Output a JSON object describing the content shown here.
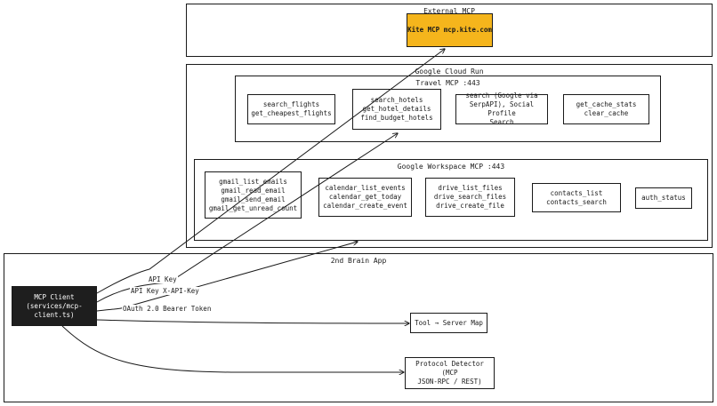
{
  "frames": {
    "external_mcp": "External MCP",
    "google_cloud_run": "Google Cloud Run",
    "travel_mcp": "Travel MCP :443",
    "workspace_mcp": "Google Workspace MCP :443",
    "brain_app": "2nd Brain App"
  },
  "nodes": {
    "kite": [
      "Kite MCP mcp.kite.com"
    ],
    "flights": [
      "search_flights",
      "get_cheapest_flights"
    ],
    "hotels": [
      "search_hotels",
      "get_hotel_details",
      "find_budget_hotels"
    ],
    "search": [
      "search (Google via",
      "SerpAPI), Social Profile",
      "Search"
    ],
    "cache": [
      "get_cache_stats",
      "clear_cache"
    ],
    "gmail": [
      "gmail_list_emails",
      "gmail_read_email",
      "gmail_send_email",
      "gmail_get_unread_count"
    ],
    "calendar": [
      "calendar_list_events",
      "calendar_get_today",
      "calendar_create_event"
    ],
    "drive": [
      "drive_list_files",
      "drive_search_files",
      "drive_create_file"
    ],
    "contacts": [
      "contacts_list",
      "contacts_search"
    ],
    "auth": [
      "auth_status"
    ],
    "client": [
      "MCP Client",
      "(services/mcp-client.ts)"
    ],
    "toolmap": [
      "Tool → Server Map"
    ],
    "detector": [
      "Protocol Detector (MCP",
      "JSON-RPC / REST)"
    ]
  },
  "edges": {
    "api_key": "API Key",
    "api_key_x": "API Key X-API-Key",
    "oauth": "OAuth 2.0 Bearer Token"
  },
  "colors": {
    "kite_fill": "#f5b51c",
    "client_fill": "#1e1e1e",
    "stroke": "#1a1a1a"
  }
}
